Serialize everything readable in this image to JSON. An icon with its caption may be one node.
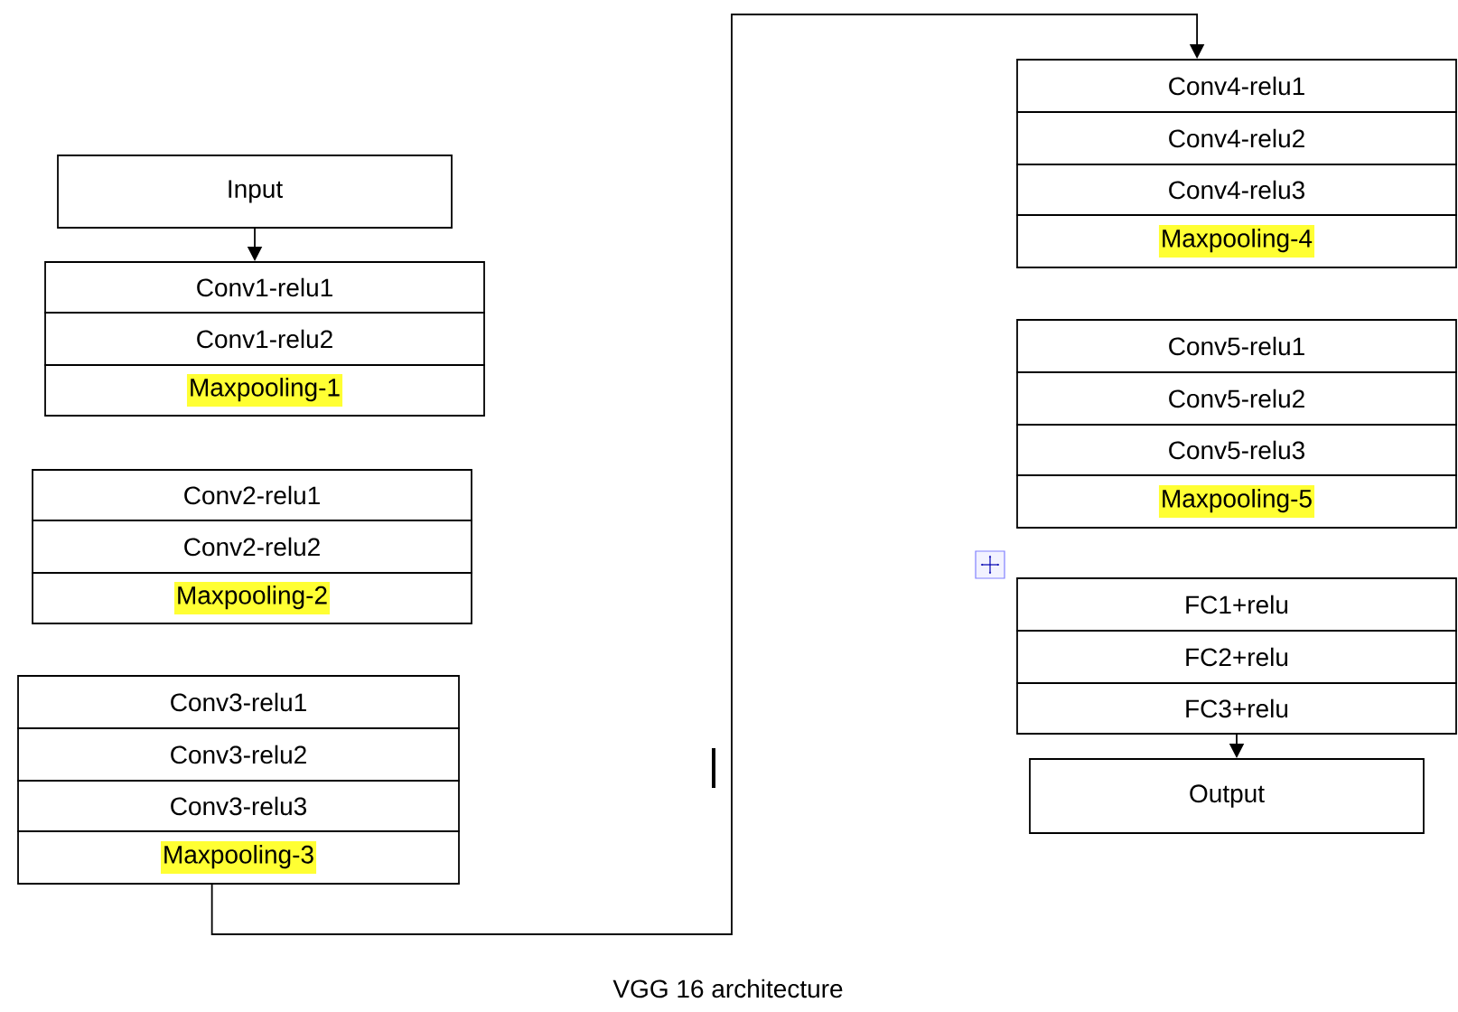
{
  "diagram": {
    "caption": "VGG 16 architecture",
    "nodes": [
      {
        "text": [
          "Input"
        ]
      },
      {
        "text": [
          "Conv1-relu1"
        ]
      },
      {
        "text": [
          "Conv1-relu2"
        ]
      },
      {
        "text": [
          "Maxpooling-1"
        ]
      },
      {
        "text": [
          "Conv2-relu1"
        ]
      },
      {
        "text": [
          "Conv2-relu2"
        ]
      },
      {
        "text": [
          "Maxpooling-2"
        ]
      },
      {
        "text": [
          "Conv3-relu1"
        ]
      },
      {
        "text": [
          "Conv3-relu2"
        ]
      },
      {
        "text": [
          "Conv3-relu3"
        ]
      },
      {
        "text": [
          "Maxpooling-3"
        ]
      },
      {
        "text": [
          "Conv4-relu1"
        ]
      },
      {
        "text": [
          "Conv4-relu2"
        ]
      },
      {
        "text": [
          "Conv4-relu3"
        ]
      },
      {
        "text": [
          "Maxpooling-4"
        ]
      },
      {
        "text": [
          "Conv5-relu1"
        ]
      },
      {
        "text": [
          "Conv5-relu2"
        ]
      },
      {
        "text": [
          "Conv5-relu3"
        ]
      },
      {
        "text": [
          "Maxpooling-5"
        ]
      },
      {
        "text": [
          "FC1+relu"
        ]
      },
      {
        "text": [
          "FC2+relu"
        ]
      },
      {
        "text": [
          "FC3+relu"
        ]
      },
      {
        "text": [
          "Output"
        ]
      }
    ],
    "edges": [
      {
        "from": 0,
        "to": 1,
        "arrow": "to"
      },
      {
        "from": 10,
        "to": 11,
        "arrow": "to"
      },
      {
        "from": 21,
        "to": 22,
        "arrow": "to"
      }
    ]
  }
}
